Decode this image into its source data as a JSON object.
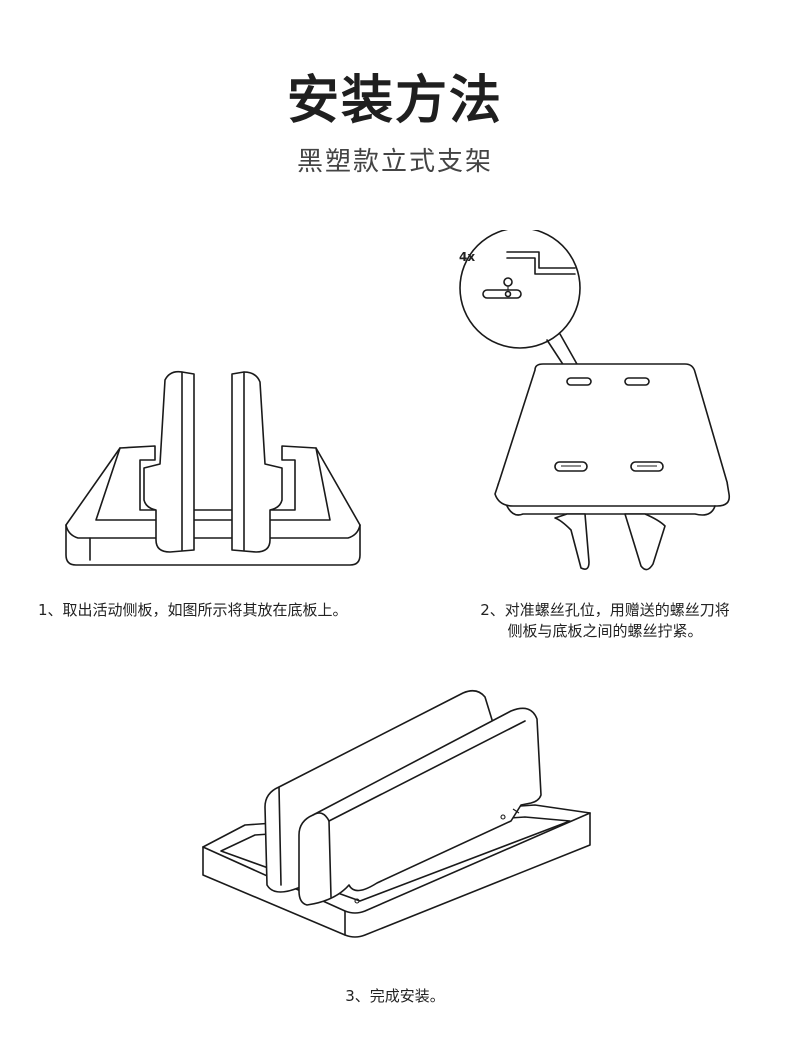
{
  "title": "安装方法",
  "subtitle": "黑塑款立式支架",
  "steps": [
    {
      "caption": "1、取出活动侧板，如图所示将其放在底板上。"
    },
    {
      "caption_line1": "2、对准螺丝孔位，用赠送的螺丝刀将",
      "caption_line2": "侧板与底板之间的螺丝拧紧。",
      "screw_count": "4x"
    },
    {
      "caption": "3、完成安装。"
    }
  ],
  "colors": {
    "ink": "#1a1a1a",
    "background": "#ffffff"
  },
  "icons": [
    "stand-base-illustration",
    "side-panel-illustration",
    "screw-icon",
    "allen-key-icon",
    "magnifier-callout",
    "assembled-stand-illustration"
  ]
}
